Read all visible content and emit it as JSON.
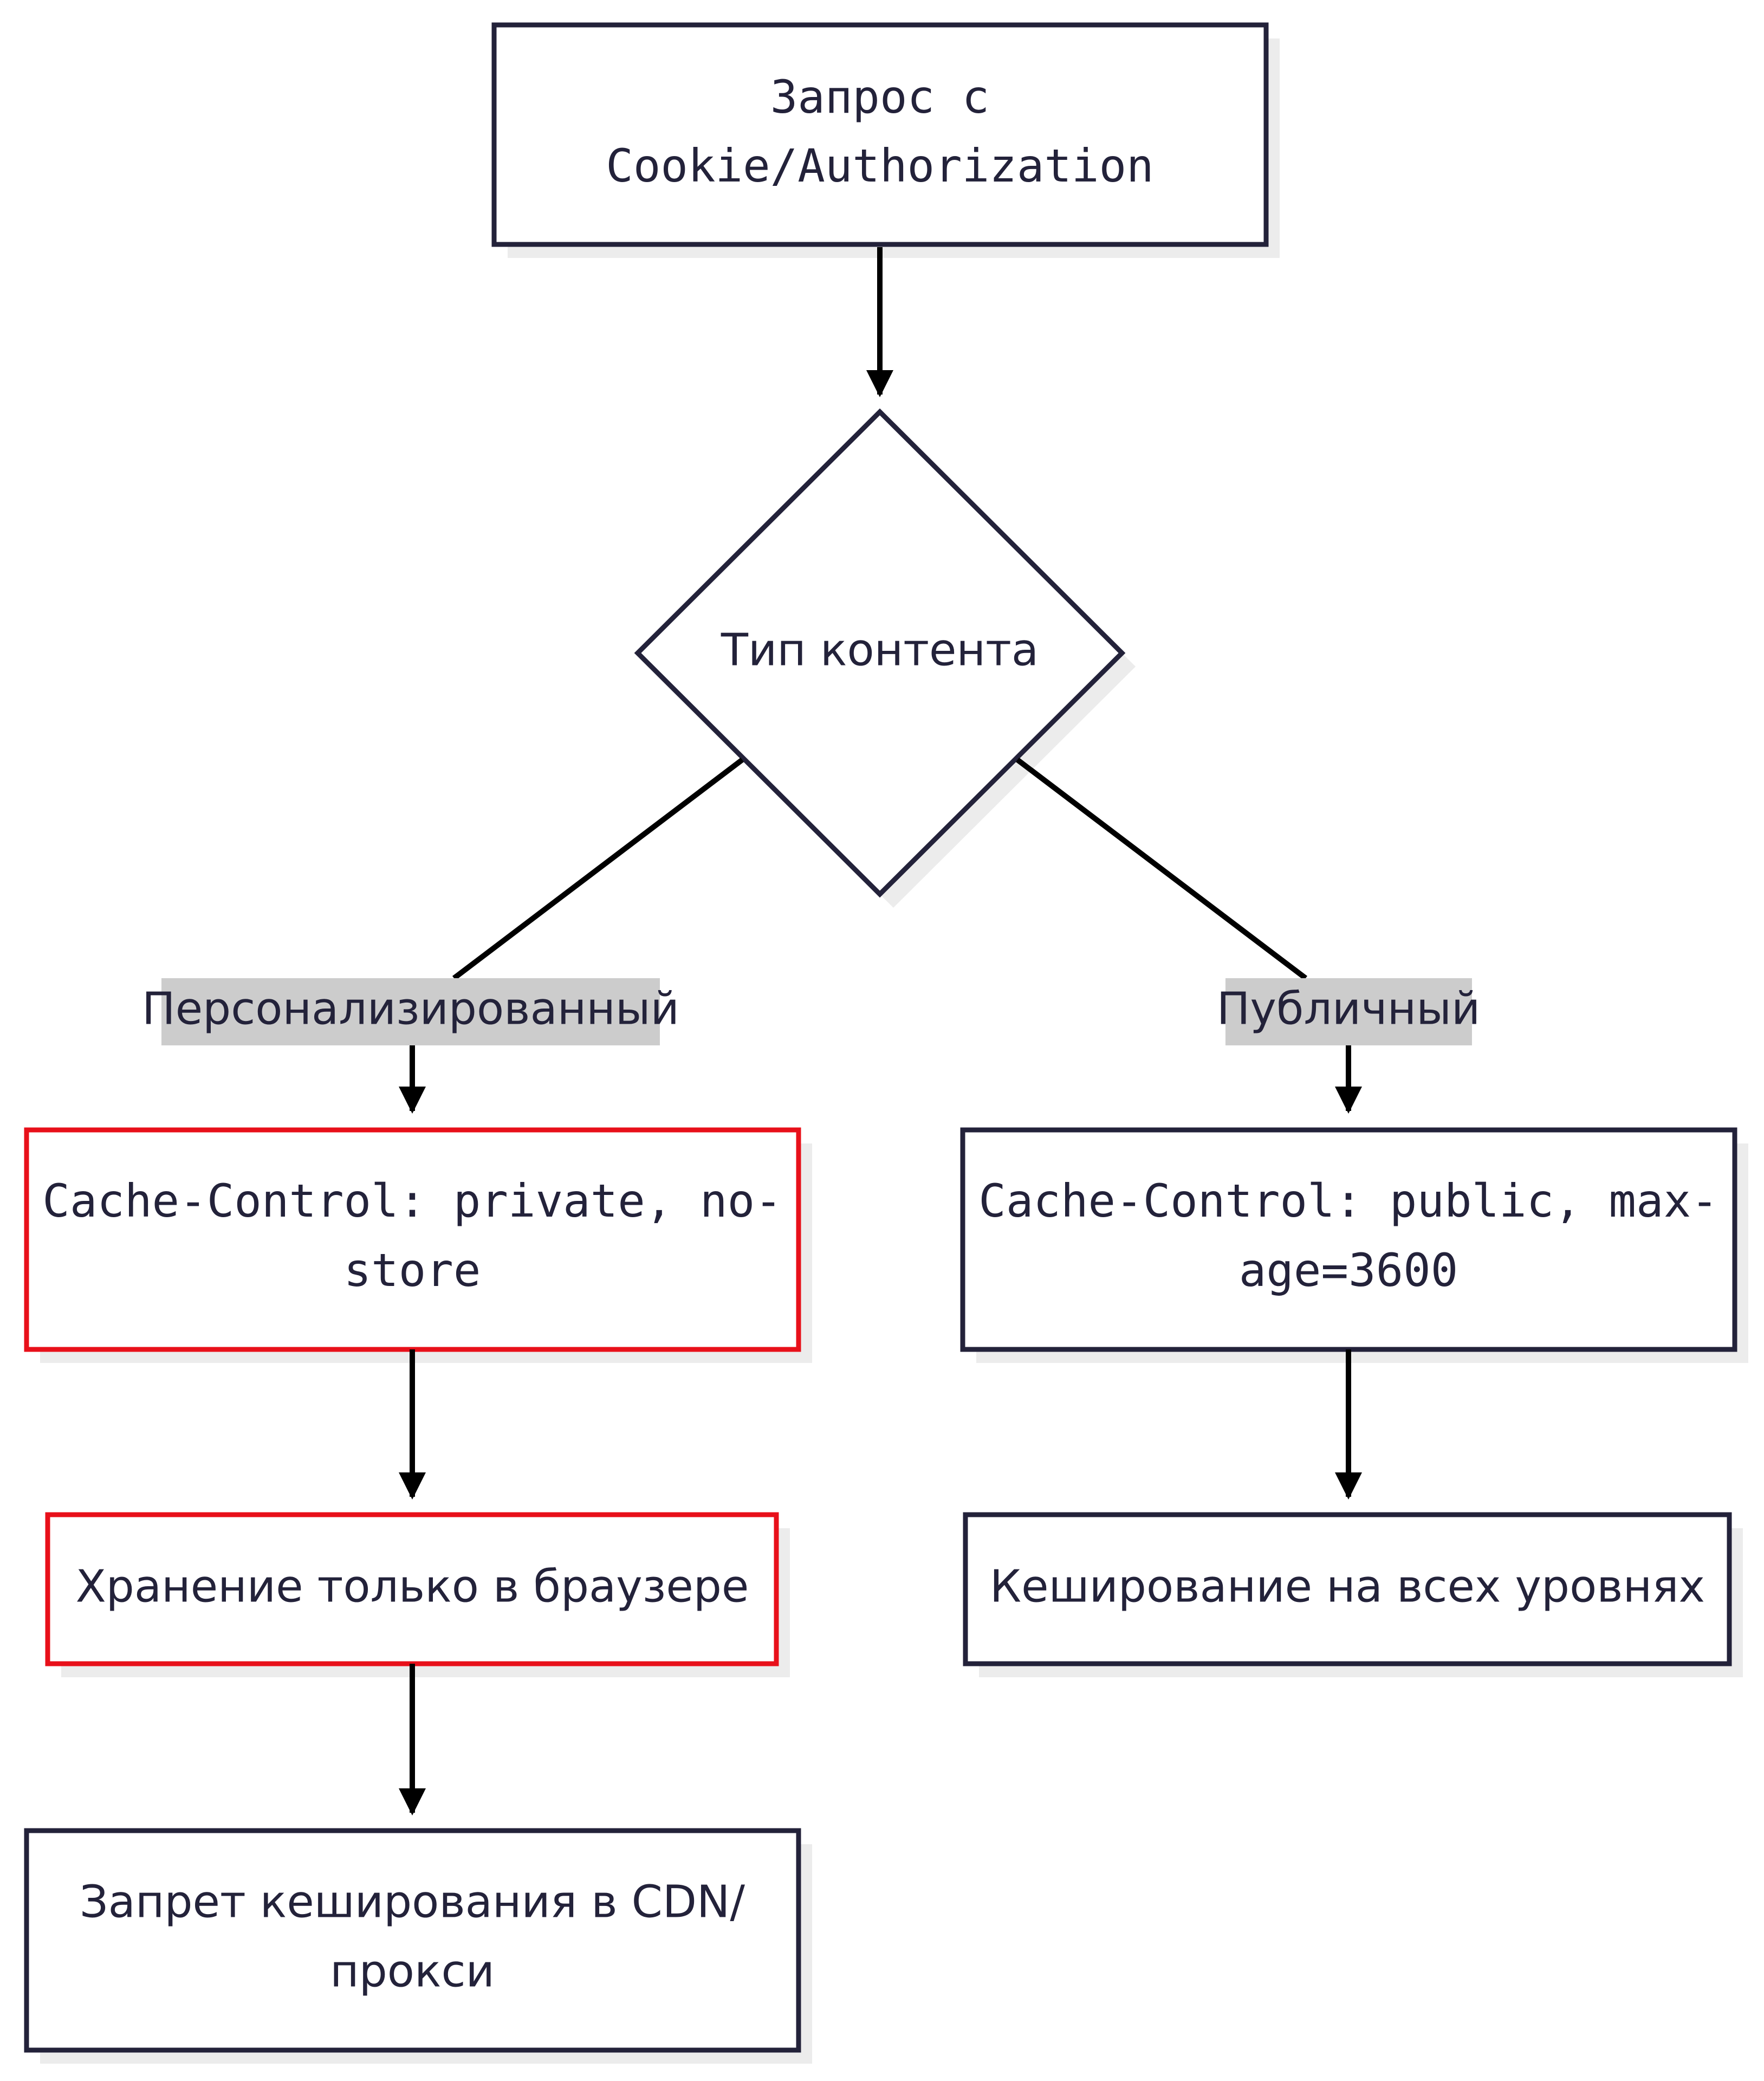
{
  "diagram": {
    "nodes": {
      "request": {
        "line1": "Запрос с",
        "line2": "Cookie/Authorization"
      },
      "decision": {
        "label": "Тип контента"
      },
      "private_header": {
        "line1": "Cache-Control: private, no-",
        "line2": "store"
      },
      "browser_only": {
        "label": "Хранение только в браузере"
      },
      "cdn_ban": {
        "line1": "Запрет кеширования в CDN/",
        "line2": "прокси"
      },
      "public_header": {
        "line1": "Cache-Control: public, max-",
        "line2": "age=3600"
      },
      "all_levels": {
        "label": "Кеширование на всех уровнях"
      }
    },
    "edges": {
      "personalized": "Персонализированный",
      "public": "Публичный"
    },
    "colors": {
      "stroke": "#23223a",
      "highlight": "#e8101a",
      "shadow": "#ececec",
      "edge_label_bg": "#cccccc",
      "arrow": "#000000"
    }
  }
}
